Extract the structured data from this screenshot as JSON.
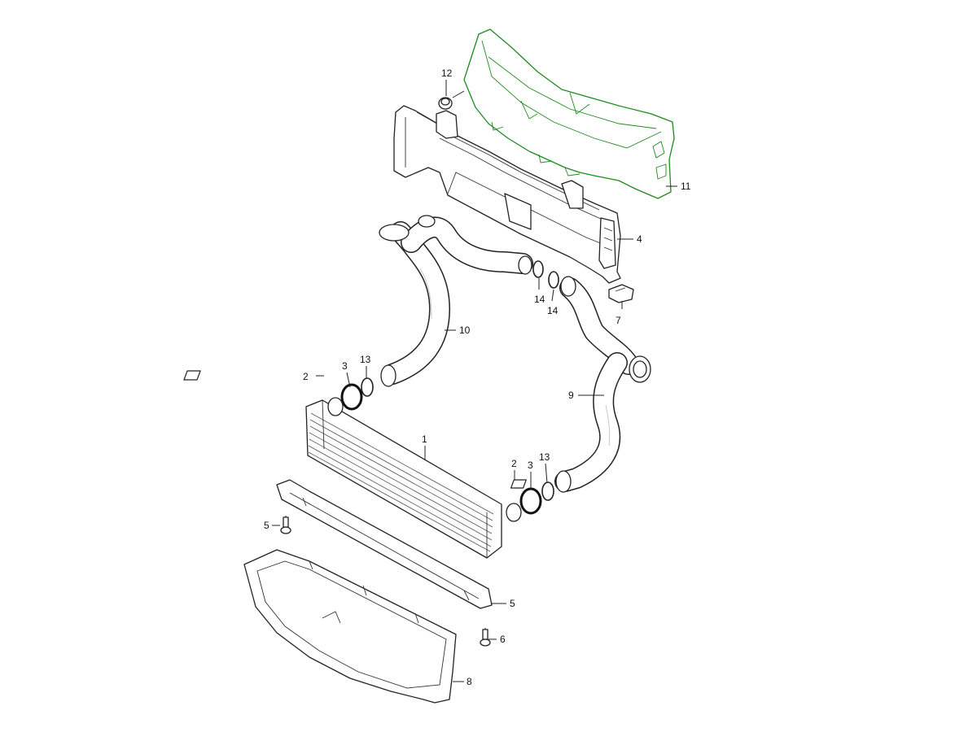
{
  "diagram": {
    "highlight_color": "#1f8a1f",
    "line_color": "#222222",
    "callouts": {
      "c1": "1",
      "c2a": "2",
      "c2b": "2",
      "c3a": "3",
      "c3b": "3",
      "c4": "4",
      "c5a": "5",
      "c5b": "5",
      "c6": "6",
      "c7": "7",
      "c8": "8",
      "c9": "9",
      "c10": "10",
      "c11": "11",
      "c12": "12",
      "c13a": "13",
      "c13b": "13",
      "c14a": "14",
      "c14b": "14"
    }
  }
}
